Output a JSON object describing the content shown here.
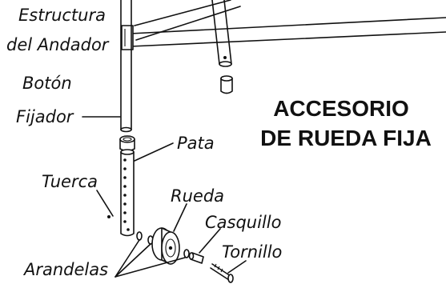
{
  "title": {
    "line1": "ACCESORIO",
    "line2": "DE RUEDA FIJA"
  },
  "labels": {
    "estructura_line1": "Estructura",
    "estructura_line2": "del Andador",
    "boton_line1": "Botón",
    "boton_line2": "Fijador",
    "pata": "Pata",
    "tuerca": "Tuerca",
    "rueda": "Rueda",
    "casquillo": "Casquillo",
    "tornillo": "Tornillo",
    "arandelas": "Arandelas"
  }
}
